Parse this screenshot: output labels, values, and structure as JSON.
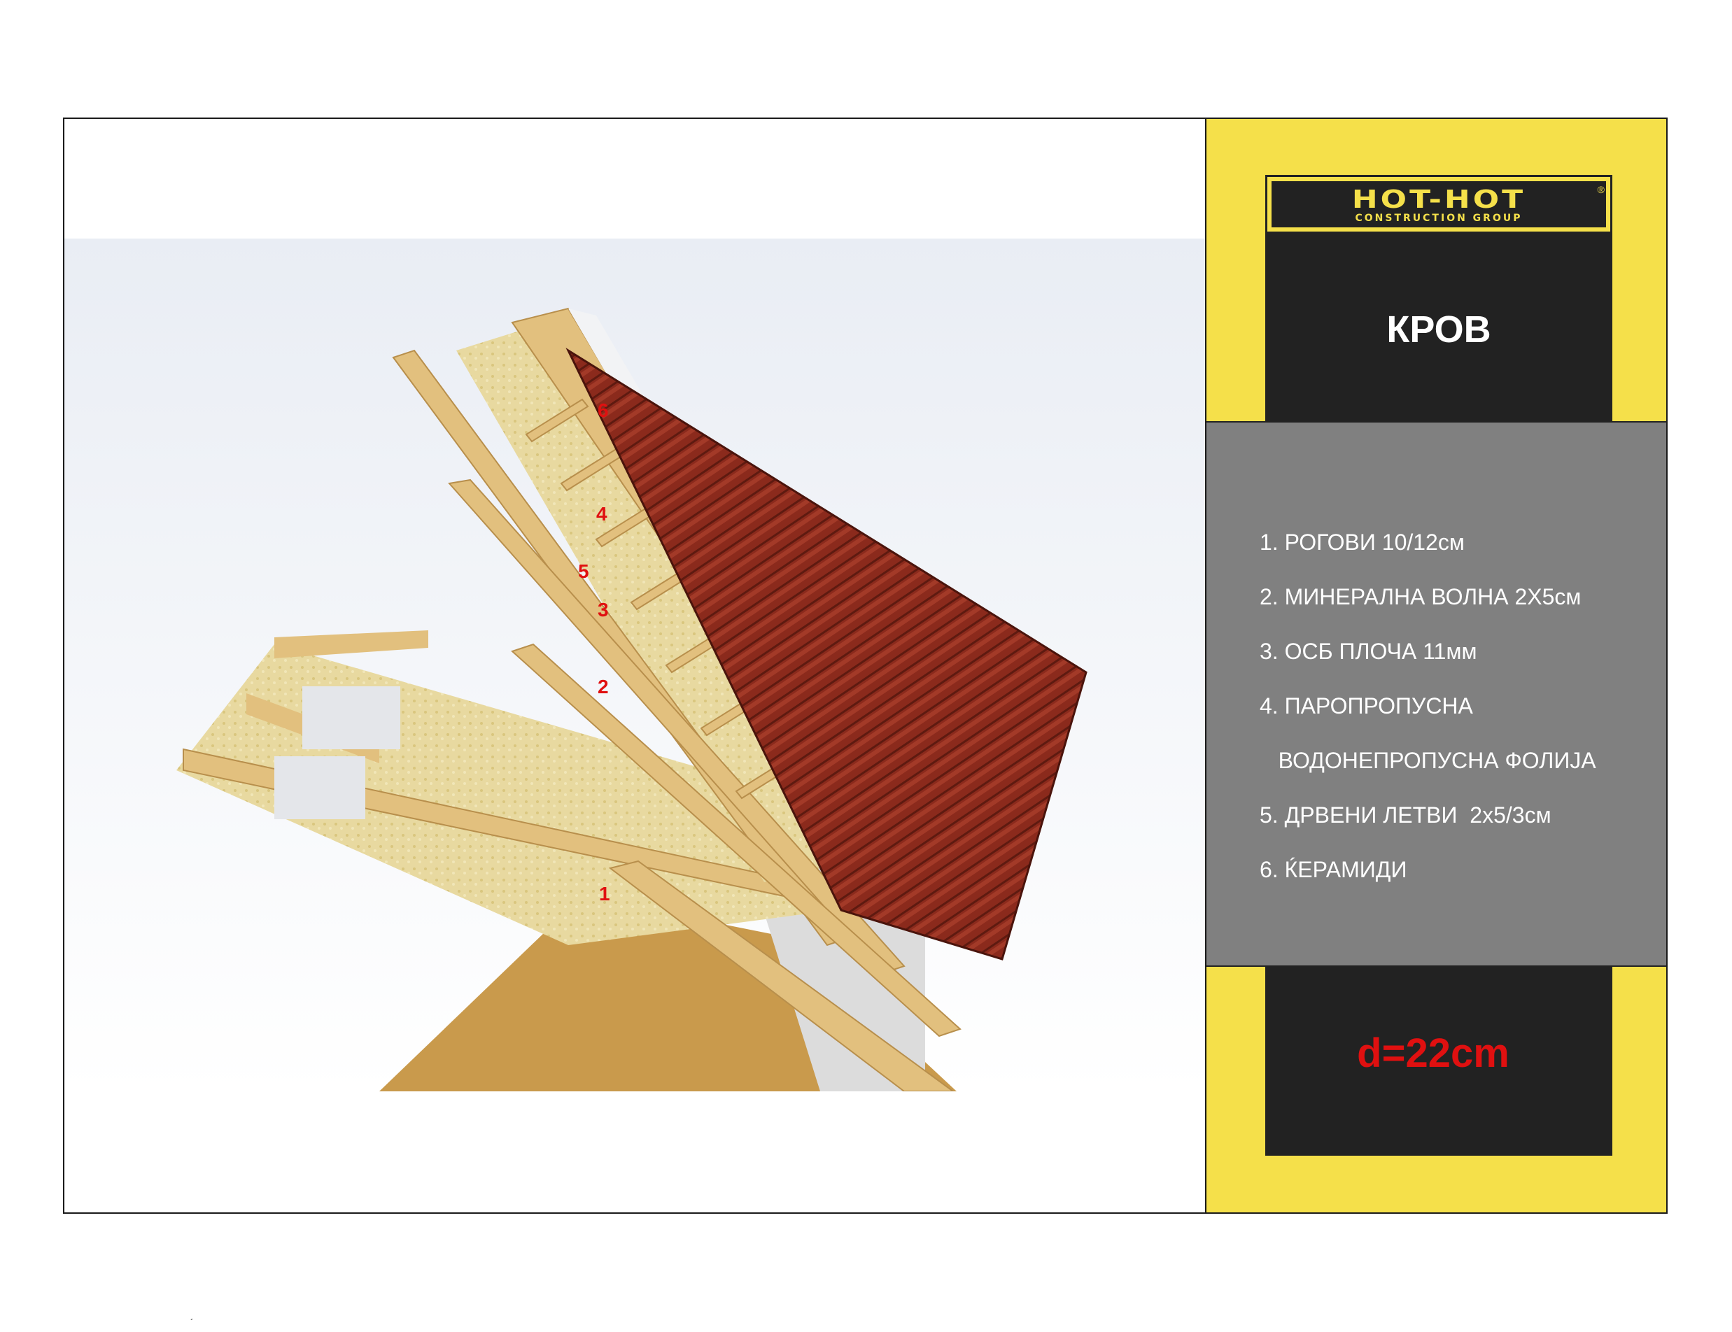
{
  "logo": {
    "brand": "HOT-HOT",
    "subtitle": "CONSTRUCTION GROUP",
    "registered": "®"
  },
  "title": "КРОВ",
  "legend": [
    "1. РОГОВИ 10/12см",
    "2. МИНЕРАЛНА ВОЛНА 2Х5см",
    "3. ОСБ ПЛОЧА 11мм",
    "4. ПАРОПРОПУСНА",
    "   ВОДОНЕПРОПУСНА ФОЛИЈА",
    "5. ДРВЕНИ ЛЕТВИ  2х5/3см",
    "6. ЌЕРАМИДИ"
  ],
  "thickness": "d=22cm",
  "layer_numbers": [
    "1",
    "2",
    "3",
    "4",
    "5",
    "6"
  ],
  "footer_mark": "´",
  "colors": {
    "accent_yellow": "#f5e04a",
    "panel_black": "#222222",
    "panel_gray": "#808080",
    "number_red": "#e01010",
    "tile_red": "#8b2a1c",
    "timber": "#e2c07e",
    "insulation": "#e8d9a0"
  }
}
